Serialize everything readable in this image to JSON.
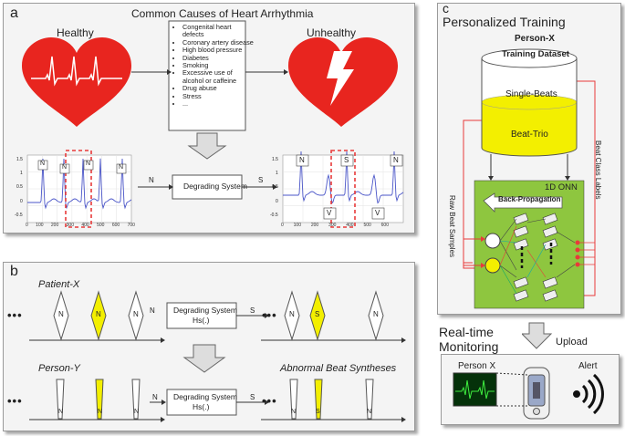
{
  "panel_a": {
    "label": "a",
    "title": "Common Causes of Heart Arrhythmia",
    "healthy": "Healthy",
    "unhealthy": "Unhealthy",
    "causes": [
      "Congenital heart defects",
      "Coronary artery disease",
      "High blood pressure",
      "Diabetes",
      "Smoking",
      "Excessive use of alcohol or caffeine",
      "Drug abuse",
      "Stress",
      "..."
    ],
    "degrading_system": "Degrading System",
    "input_signal": "N",
    "output_signal": "S",
    "beat_labels_left": [
      "N",
      "N",
      "N",
      "N"
    ],
    "beat_labels_right": [
      "N",
      "S",
      "N",
      "V",
      "V"
    ],
    "ecg_x_ticks": [
      "0",
      "100",
      "200",
      "300",
      "400",
      "500",
      "600",
      "700"
    ],
    "ecg_y_ticks": [
      "1.5",
      "1",
      "0.5",
      "0",
      "-0.5"
    ]
  },
  "panel_b": {
    "label": "b",
    "patient_x": "Patient-X",
    "person_y": "Person-Y",
    "abnormal": "Abnormal Beat Syntheses",
    "degrading_system": "Degrading System",
    "hs": "Hs(.)",
    "n": "N",
    "s": "S",
    "dots": "•••"
  },
  "panel_c": {
    "label": "c",
    "title": "Personalized Training",
    "person": "Person-X",
    "dataset": "Training Dataset",
    "single_beats": "Single-Beats",
    "beat_trio": "Beat-Trio",
    "raw_samples": "Raw Beat Samples",
    "class_labels": "Beat Class Labels",
    "onn": "1D ONN",
    "backprop": "Back-Propagation",
    "monitoring": "Real-time\nMonitoring",
    "upload": "Upload",
    "person_x_screen": "Person X",
    "alert": "Alert"
  },
  "colors": {
    "heart": "#e8251f",
    "yellow": "#f3ef00",
    "green": "#8ec63f",
    "red_dash": "#e83a3a",
    "ecg_blue": "#4a55c8"
  }
}
